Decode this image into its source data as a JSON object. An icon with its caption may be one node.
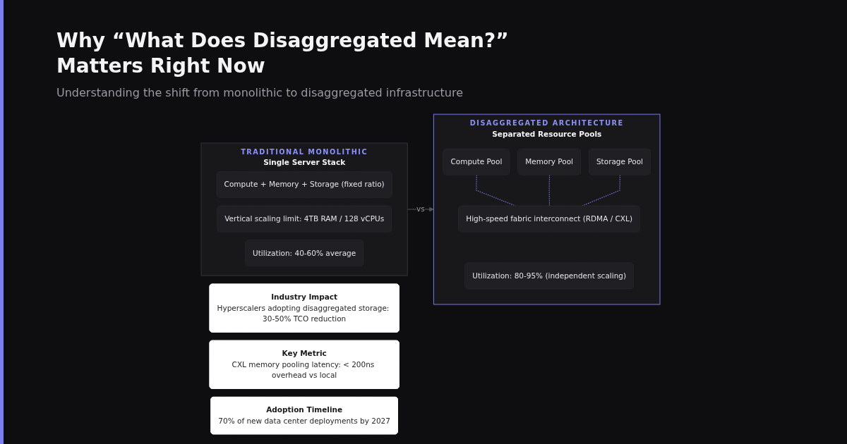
{
  "diagram": {
    "title": "Why “What Does Disaggregated Mean?” Matters Right Now",
    "nodes": [
      {
        "text": [
          "TRADITIONAL MONOLITHIC",
          "Single Server Stack"
        ]
      },
      {
        "text": [
          "Compute + Memory + Storage (fixed ratio)"
        ],
        "in": 0
      },
      {
        "text": [
          "Vertical scaling limit: 4TB RAM / 128 vCPUs"
        ],
        "in": 0
      },
      {
        "text": [
          "Utilization: 40-60% average"
        ],
        "in": 0
      },
      {
        "text": [
          "DISAGGREGATED ARCHITECTURE",
          "Separated Resource Pools"
        ]
      },
      {
        "text": [
          "Compute Pool"
        ],
        "in": 4
      },
      {
        "text": [
          "Memory Pool"
        ],
        "in": 4
      },
      {
        "text": [
          "Storage Pool"
        ],
        "in": 4
      },
      {
        "text": [
          "High-speed fabric interconnect (RDMA / CXL)"
        ],
        "in": 4
      },
      {
        "text": [
          "Utilization: 80-95% (independent scaling)"
        ],
        "in": 4
      },
      {
        "text": [
          "Industry Impact",
          "Hyperscalers adopting disaggregated storage: 30-50% TCO reduction"
        ]
      },
      {
        "text": [
          "Key Metric",
          "CXL memory pooling latency: < 200ns overhead vs local"
        ]
      },
      {
        "text": [
          "Adoption Timeline",
          "70% of new data center deployments by 2027"
        ]
      }
    ],
    "edges": [
      {
        "from": 0,
        "to": 4,
        "arrow": "to",
        "label": "vs",
        "color": "#55555c"
      },
      {
        "from": 5,
        "to": 8,
        "arrow": "none",
        "style": "dashed",
        "color": "#7b7ff2"
      },
      {
        "from": 6,
        "to": 8,
        "arrow": "none",
        "style": "dashed",
        "color": "#7b7ff2"
      },
      {
        "from": 7,
        "to": 8,
        "arrow": "none",
        "style": "dashed",
        "color": "#7b7ff2"
      }
    ],
    "labels": [
      "Understanding the shift from monolithic to disaggregated infrastructure"
    ]
  }
}
